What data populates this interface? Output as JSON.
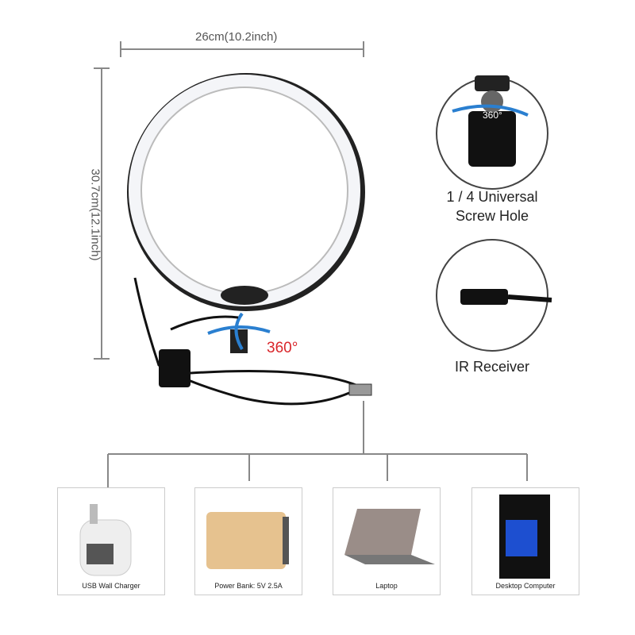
{
  "dimensions": {
    "width_label": "26cm(10.2inch)",
    "height_label": "30.7cm(12.1inch)"
  },
  "features": {
    "rotation_label": "360°",
    "screw_hole_label_line1": "1 / 4 Universal",
    "screw_hole_label_line2": "Screw Hole",
    "ir_receiver_label": "IR Receiver",
    "ball_head_rotation": "360°"
  },
  "power_sources": [
    {
      "label": "USB Wall Charger"
    },
    {
      "label": "Power Bank: 5V 2.5A"
    },
    {
      "label": "Laptop"
    },
    {
      "label": "Desktop Computer"
    }
  ],
  "colors": {
    "accent_red": "#d9262b",
    "arrow_blue": "#2a7fd0",
    "line_gray": "#888888"
  }
}
